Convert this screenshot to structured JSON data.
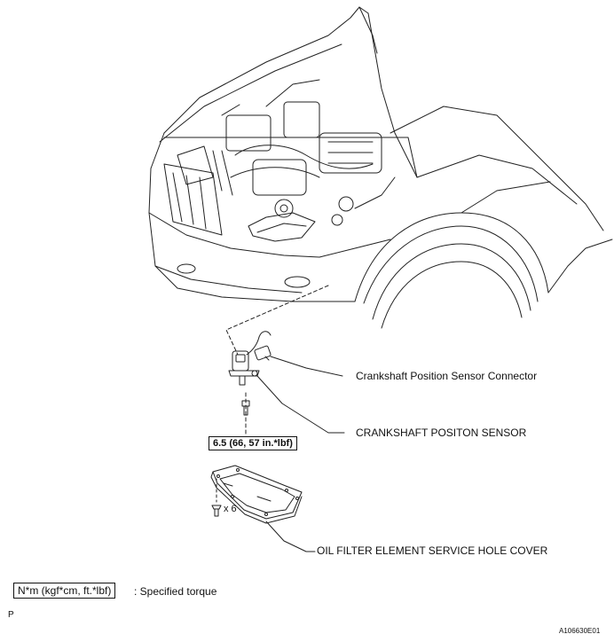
{
  "labels": {
    "connector": "Crankshaft Position Sensor Connector",
    "sensor": "CRANKSHAFT POSITON SENSOR",
    "cover": "OIL FILTER ELEMENT SERVICE HOLE COVER",
    "bolt_count": "x 6"
  },
  "torque": {
    "value": "6.5 (66, 57 in.*lbf)"
  },
  "legend": {
    "units": "N*m (kgf*cm, ft.*lbf)",
    "description": ": Specified torque"
  },
  "footer": {
    "page_mark": "P",
    "figure_id": "A106630E01"
  }
}
